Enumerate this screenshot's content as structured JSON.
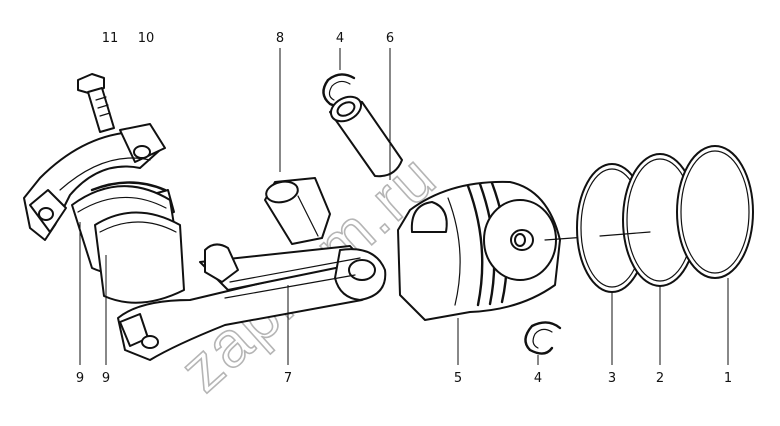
{
  "callouts": {
    "bolt": "11",
    "rod_cap": "10",
    "bushing": "8",
    "circlip_top": "4",
    "piston_pin": "6",
    "bearing_upper": "9",
    "bearing_lower": "9",
    "connecting_rod": "7",
    "piston": "5",
    "circlip_bottom": "4",
    "ring_3": "3",
    "ring_2": "2",
    "ring_1": "1"
  },
  "watermark": "zapkam.ru"
}
